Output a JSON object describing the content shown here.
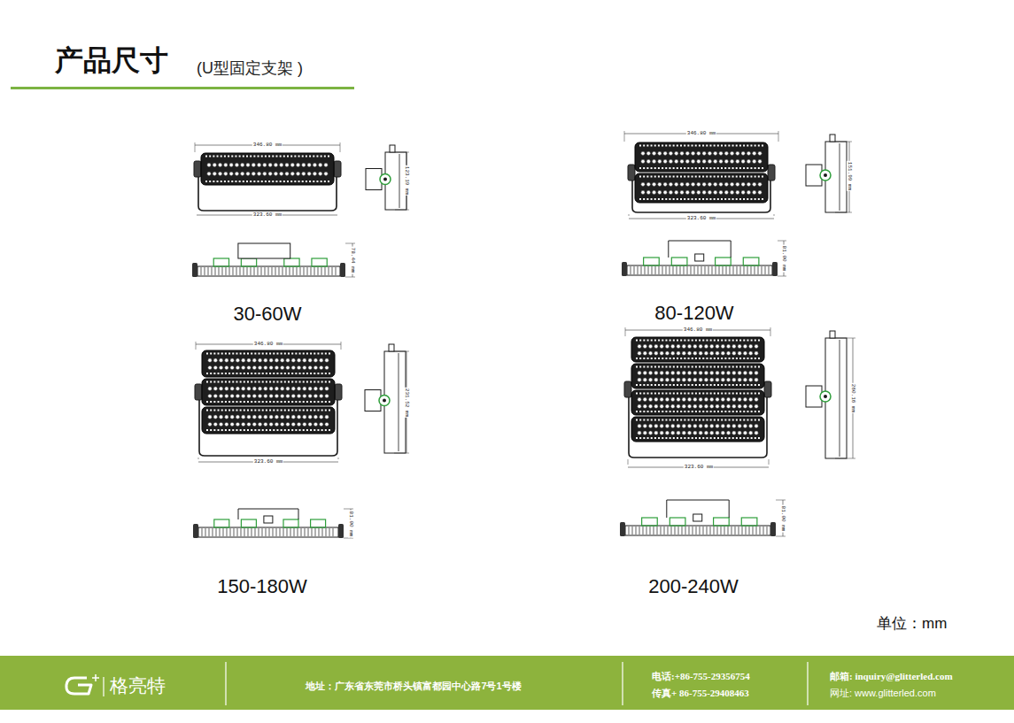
{
  "diagram": {
    "title": "产品尺寸",
    "labels": [
      "(U型固定支架 )",
      "346.80 mm",
      "123.19 mm",
      "323.60 mm",
      "78.44 mm",
      "30-60W",
      "346.80 mm",
      "151.99 mm",
      "323.60 mm",
      "81.00 mm",
      "80-120W",
      "346.80 mm",
      "231.52 mm",
      "323.60 mm",
      "81.00 mm",
      "150-180W",
      "346.80 mm",
      "260.16 mm",
      "323.60 mm",
      "81.00 mm",
      "200-240W",
      "单位：mm",
      "格亮特",
      "地址：广东省东莞市桥头镇富都园中心路7号1号楼",
      "电话:+86-755-29356754",
      "传真+ 86-755-29408463",
      "邮箱: inquiry@glitterled.com",
      "网址: www.glitterled.com"
    ]
  }
}
